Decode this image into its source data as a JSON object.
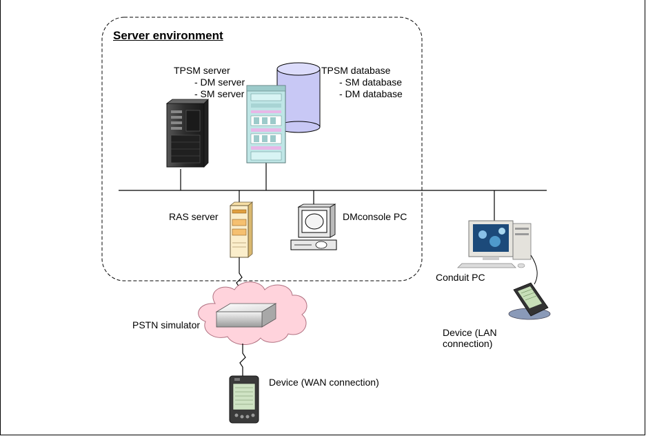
{
  "server_environment": {
    "title": "Server environment"
  },
  "tpsm_server": {
    "label": "TPSM server",
    "sub1": "- DM server",
    "sub2": "- SM server"
  },
  "tpsm_database": {
    "label": "TPSM database",
    "sub1": "- SM database",
    "sub2": "- DM database"
  },
  "ras_server": {
    "label": "RAS server"
  },
  "dmconsole_pc": {
    "label": "DMconsole PC"
  },
  "conduit_pc": {
    "label": "Conduit PC"
  },
  "pstn_simulator": {
    "label": "PSTN simulator"
  },
  "device_wan": {
    "label": "Device (WAN connection)"
  },
  "device_lan": {
    "label_line1": "Device (LAN",
    "label_line2": "connection)"
  },
  "colors": {
    "cloud": "#ffd3dc",
    "cloud_stroke": "#b07080",
    "server_dark": "#3a3a3a",
    "rack_cyan": "#bfe6e6",
    "db_lavender": "#c8c8f5",
    "ras_cream": "#fbeecb",
    "ras_orange": "#e0a040"
  },
  "icons": {
    "tpsm_server": "tower-server-icon",
    "rack": "rack-server-icon",
    "database": "database-cylinder-icon",
    "ras": "ras-server-icon",
    "console": "console-pc-icon",
    "conduit": "desktop-pc-icon",
    "pstn": "pstn-box-icon",
    "pda": "pda-device-icon"
  }
}
